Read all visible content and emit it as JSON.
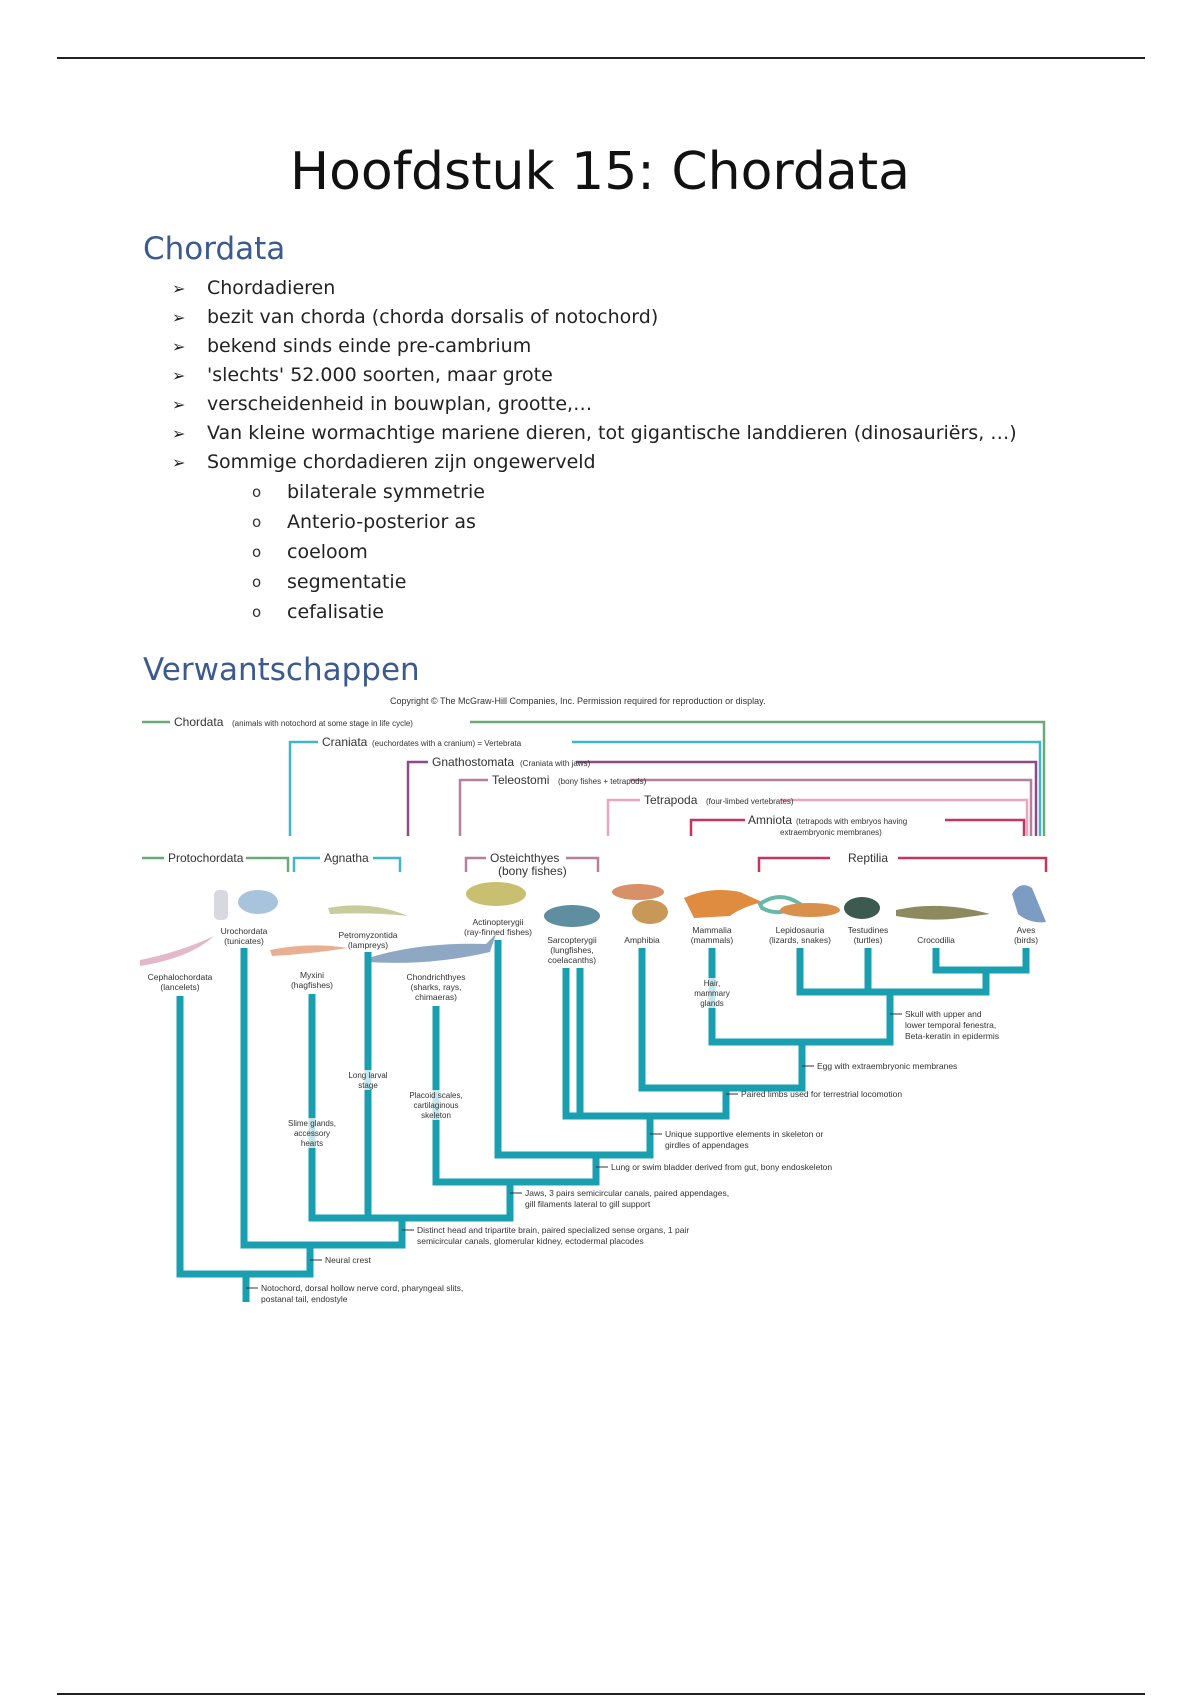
{
  "document": {
    "title": "Hoofdstuk 15: Chordata",
    "sections": [
      {
        "heading": "Chordata",
        "bullets": [
          "Chordadieren",
          "bezit van chorda (chorda dorsalis of notochord)",
          "bekend sinds einde pre-cambrium",
          "'slechts' 52.000 soorten, maar grote",
          "verscheidenheid in bouwplan, grootte,…",
          "Van kleine wormachtige mariene dieren, tot gigantische landdieren (dinosauriërs, …)",
          "Sommige chordadieren zijn ongewerveld"
        ],
        "sub_bullets": [
          "bilaterale symmetrie",
          "Anterio-posterior as",
          "coeloom",
          "segmentatie",
          "cefalisatie"
        ],
        "bullet_marker": "➢",
        "sub_marker": "o"
      },
      {
        "heading": "Verwantschappen"
      }
    ]
  },
  "figure": {
    "copyright": "Copyright © The McGraw-Hill Companies, Inc. Permission required for reproduction or display.",
    "groups": {
      "chordata": {
        "name": "Chordata",
        "desc": "(animals with notochord at some stage in life cycle)",
        "color": "#6aaa78"
      },
      "craniata": {
        "name": "Craniata",
        "desc": "(euchordates with a cranium) = Vertebrata",
        "color": "#3fb6cc"
      },
      "gnathostomata": {
        "name": "Gnathostomata",
        "desc": "(Craniata with jaws)",
        "color": "#8e4a88"
      },
      "teleostomi": {
        "name": "Teleostomi",
        "desc": "(bony fishes + tetrapods)",
        "color": "#b77f9e"
      },
      "tetrapoda": {
        "name": "Tetrapoda",
        "desc": "(four-limbed vertebrates)",
        "color": "#e8a7bf"
      },
      "amniota": {
        "name": "Amniota",
        "desc": "(tetrapods with embryos having",
        "desc2": "extraembryonic membranes)",
        "color": "#c8345e"
      },
      "protochordata": {
        "name": "Protochordata",
        "color": "#6aaa78"
      },
      "agnatha": {
        "name": "Agnatha",
        "color": "#3fb6cc"
      },
      "osteichthyes": {
        "name": "Osteichthyes",
        "desc": "(bony fishes)",
        "color": "#b77f9e"
      },
      "reptilia": {
        "name": "Reptilia",
        "color": "#c8345e"
      }
    },
    "taxa": [
      {
        "name": "Cephalochordata",
        "common": "(lancelets)"
      },
      {
        "name": "Urochordata",
        "common": "(tunicates)"
      },
      {
        "name": "Myxini",
        "common": "(hagfishes)"
      },
      {
        "name": "Petromyzontida",
        "common": "(lampreys)"
      },
      {
        "name": "Chondrichthyes",
        "common": "(sharks, rays,",
        "common2": "chimaeras)"
      },
      {
        "name": "Actinopterygii",
        "common": "(ray-finned fishes)"
      },
      {
        "name": "Sarcopterygii",
        "common": "(lungfishes,",
        "common2": "coelacanths)"
      },
      {
        "name": "Amphibia",
        "common": ""
      },
      {
        "name": "Mammalia",
        "common": "(mammals)"
      },
      {
        "name": "Lepidosauria",
        "common": "(lizards, snakes)"
      },
      {
        "name": "Testudines",
        "common": "(turtles)"
      },
      {
        "name": "Crocodilia",
        "common": ""
      },
      {
        "name": "Aves",
        "common": "(birds)"
      }
    ],
    "branch_labels": {
      "hair": [
        "Hair,",
        "mammary",
        "glands"
      ],
      "larval": [
        "Long larval",
        "stage"
      ],
      "slime": [
        "Slime glands,",
        "accessory",
        "hearts"
      ],
      "placoid": [
        "Placoid scales,",
        "cartilaginous",
        "skeleton"
      ]
    },
    "synapomorphies": [
      [
        "Skull with upper and",
        "lower temporal fenestra,",
        "Beta-keratin in epidermis"
      ],
      [
        "Egg with extraembryonic membranes"
      ],
      [
        "Paired limbs used for terrestrial locomotion"
      ],
      [
        "Unique supportive elements in skeleton or",
        "girdles of appendages"
      ],
      [
        "Lung or swim bladder derived from gut, bony endoskeleton"
      ],
      [
        "Jaws, 3 pairs semicircular canals, paired appendages,",
        "gill filaments lateral to gill support"
      ],
      [
        "Distinct head and tripartite brain, paired specialized sense organs, 1 pair",
        "semicircular canals, glomerular kidney, ectodermal placodes"
      ],
      [
        "Neural crest"
      ],
      [
        "Notochord, dorsal hollow nerve cord, pharyngeal slits,",
        "postanal tail, endostyle"
      ]
    ],
    "tree_color": "#1a9fb0"
  }
}
